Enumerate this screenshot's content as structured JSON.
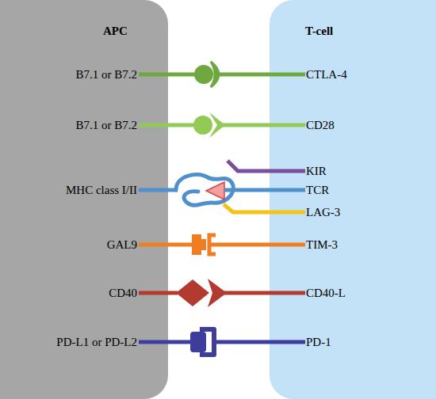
{
  "diagram": {
    "nodes": [
      {
        "text": [
          "APC"
        ]
      },
      {
        "text": [
          "T-cell"
        ]
      }
    ],
    "labels": [
      "B7.1 or B7.2",
      "CTLA-4",
      "B7.1 or B7.2",
      "CD28",
      "KIR",
      "MHC class I/II",
      "TCR",
      "LAG-3",
      "GAL9",
      "TIM-3",
      "CD40",
      "CD40-L",
      "PD-L1 or PD-L2",
      "PD-1"
    ]
  }
}
